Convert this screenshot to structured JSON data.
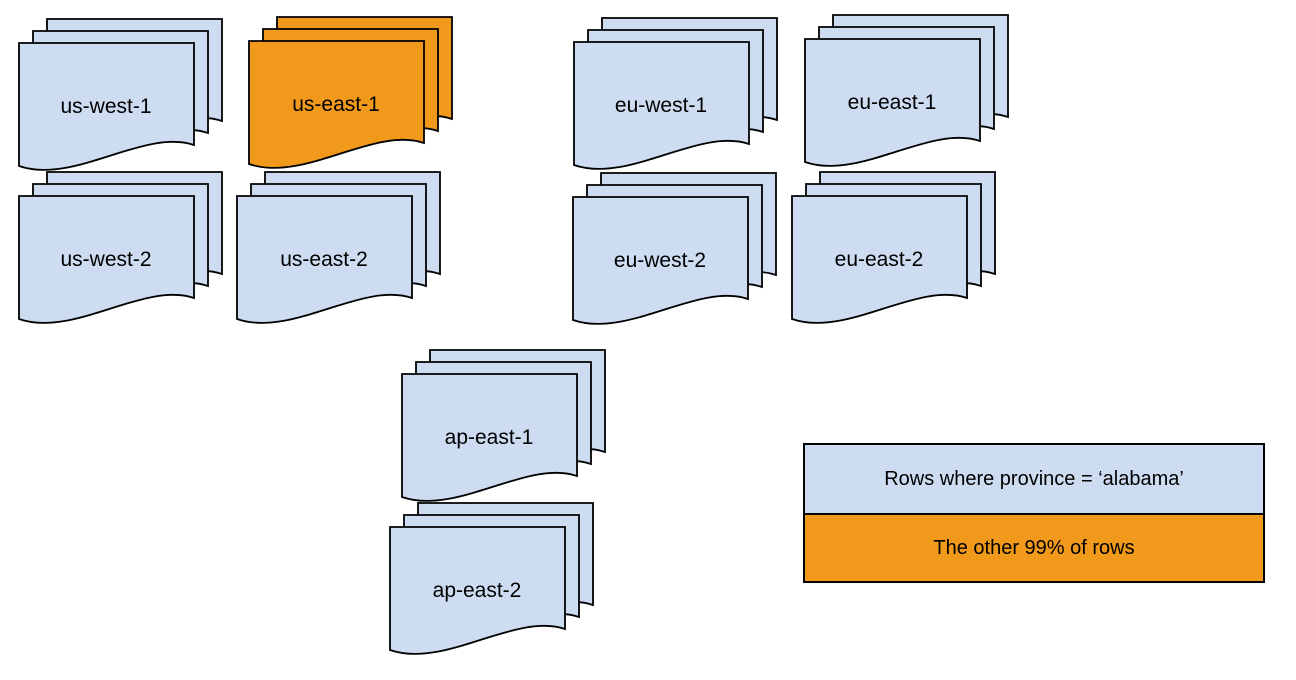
{
  "diagram": {
    "description": "Document stacks per cloud region; one region highlighted",
    "palette": {
      "document_fill_blue": "#cddcf1",
      "highlight_fill_orange": "#f0991b",
      "outline_color": "#000000",
      "text_color": "#000000",
      "background": "#ffffff"
    },
    "stacks": [
      {
        "label": "us-west-1",
        "color": "#cddcf1",
        "highlighted": false
      },
      {
        "label": "us-east-1",
        "color": "#f0991b",
        "highlighted": true
      },
      {
        "label": "eu-west-1",
        "color": "#cddcf1",
        "highlighted": false
      },
      {
        "label": "eu-east-1",
        "color": "#cddcf1",
        "highlighted": false
      },
      {
        "label": "us-west-2",
        "color": "#cddcf1",
        "highlighted": false
      },
      {
        "label": "us-east-2",
        "color": "#cddcf1",
        "highlighted": false
      },
      {
        "label": "eu-west-2",
        "color": "#cddcf1",
        "highlighted": false
      },
      {
        "label": "eu-east-2",
        "color": "#cddcf1",
        "highlighted": false
      },
      {
        "label": "ap-east-1",
        "color": "#cddcf1",
        "highlighted": false
      },
      {
        "label": "ap-east-2",
        "color": "#cddcf1",
        "highlighted": false
      }
    ],
    "legend": {
      "items": [
        {
          "label": "Rows where province = ‘alabama’",
          "color": "#cddcf1"
        },
        {
          "label": "The other 99% of rows",
          "color": "#f0991b"
        }
      ]
    }
  }
}
